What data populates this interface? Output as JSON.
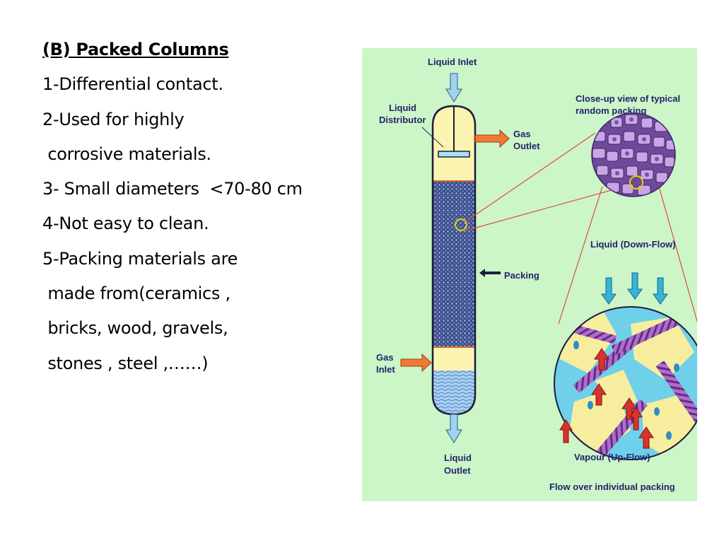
{
  "slide": {
    "title": "(B) Packed Columns",
    "lines": [
      "1-Differential contact.",
      "2-Used for highly",
      " corrosive materials.",
      "3- Small diameters  <70-80 cm",
      "4-Not easy to clean.",
      "5-Packing materials are",
      " made from(ceramics ,",
      " bricks, wood, gravels,",
      " stones , steel ,……)"
    ]
  },
  "diagram": {
    "background_color": "#ccf5c8",
    "labels": {
      "liquid_inlet": "Liquid Inlet",
      "liquid_distributor_1": "Liquid",
      "liquid_distributor_2": "Distributor",
      "gas_outlet_1": "Gas",
      "gas_outlet_2": "Outlet",
      "closeup_1": "Close-up view of typical",
      "closeup_2": "random packing",
      "liquid_downflow": "Liquid (Down-Flow)",
      "packing": "Packing",
      "gas_inlet_1": "Gas",
      "gas_inlet_2": "Inlet",
      "liquid_outlet_1": "Liquid",
      "liquid_outlet_2": "Outlet",
      "vapour_upflow": "Vapour (Up-Flow)",
      "flow_caption": "Flow over individual packing"
    }
  }
}
